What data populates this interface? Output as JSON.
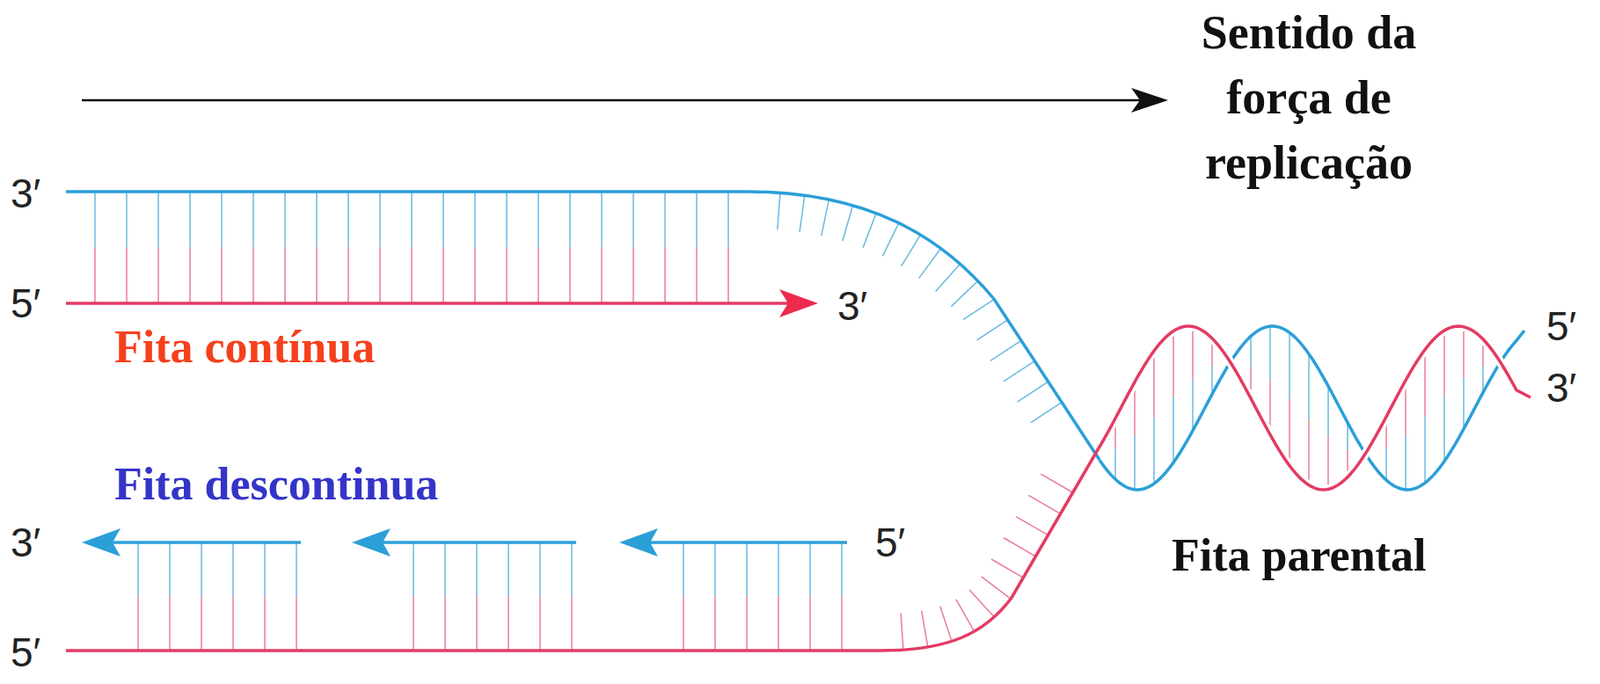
{
  "diagram": {
    "labels": [
      "Sentido da força de replicação",
      "3′",
      "5′",
      "3′",
      "Fita contínua",
      "5′",
      "3′",
      "Fita descontinua",
      "3′",
      "5′",
      "Fita parental",
      "5′"
    ]
  }
}
